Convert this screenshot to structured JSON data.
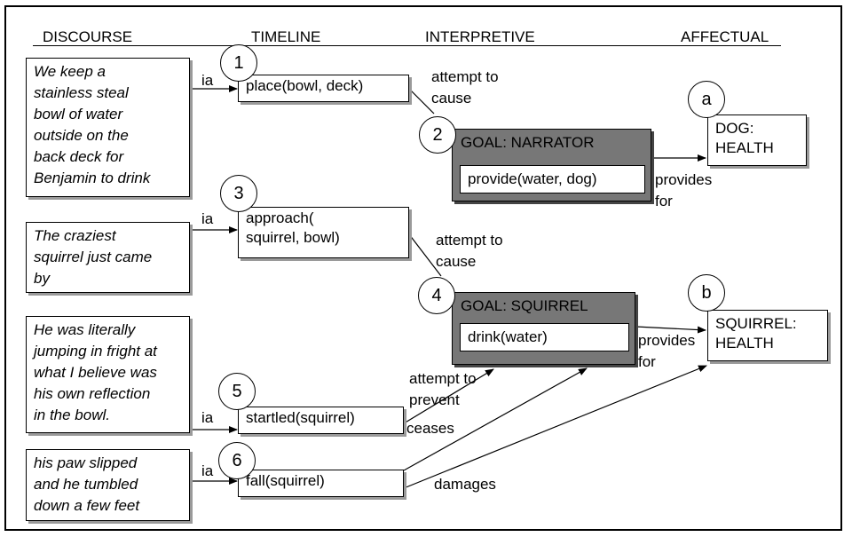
{
  "headers": {
    "discourse": "DISCOURSE",
    "timeline": "TIMELINE",
    "interpretive": "INTERPRETIVE",
    "affectual": "AFFECTUAL"
  },
  "discourse": [
    {
      "lines": [
        "We keep a",
        "stainless steal",
        "bowl of water",
        "outside on the",
        "back deck for",
        "Benjamin to drink"
      ]
    },
    {
      "lines": [
        "The craziest",
        "squirrel just came",
        "by"
      ]
    },
    {
      "lines": [
        "He was literally",
        "jumping in fright at",
        "what I believe was",
        "his own reflection",
        "in the bowl."
      ]
    },
    {
      "lines": [
        "his paw slipped",
        "and he tumbled",
        "down a few feet"
      ]
    }
  ],
  "timeline": [
    {
      "number": "1",
      "lines": [
        "place(bowl, deck)"
      ]
    },
    {
      "number": "3",
      "lines": [
        "approach(",
        "squirrel, bowl)"
      ]
    },
    {
      "number": "5",
      "lines": [
        "startled(squirrel)"
      ]
    },
    {
      "number": "6",
      "lines": [
        "fall(squirrel)"
      ]
    }
  ],
  "goals": [
    {
      "number": "2",
      "title": "GOAL: NARRATOR",
      "content": "provide(water, dog)"
    },
    {
      "number": "4",
      "title": "GOAL: SQUIRREL",
      "content": "drink(water)"
    }
  ],
  "affect": [
    {
      "letter": "a",
      "lines": [
        "DOG:",
        "HEALTH"
      ]
    },
    {
      "letter": "b",
      "lines": [
        "SQUIRREL:",
        "HEALTH"
      ]
    }
  ],
  "link_labels": {
    "ia": "ia",
    "attempt_to_cause_1": [
      "attempt to",
      "cause"
    ],
    "attempt_to_cause_2": [
      "attempt to",
      "cause"
    ],
    "provides_for_1": [
      "provides",
      "for"
    ],
    "provides_for_2": [
      "provides",
      "for"
    ],
    "attempt_to_prevent": [
      "attempt to",
      "prevent"
    ],
    "ceases": "ceases",
    "damages": "damages"
  }
}
